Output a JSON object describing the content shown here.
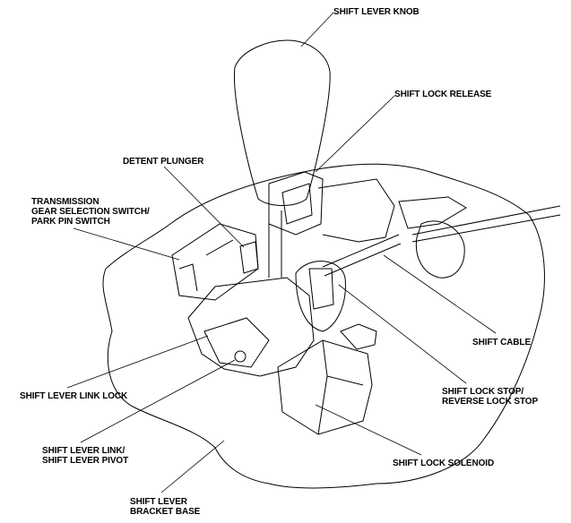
{
  "labels": {
    "shift_lever_knob": "SHIFT LEVER KNOB",
    "shift_lock_release": "SHIFT LOCK RELEASE",
    "detent_plunger": "DETENT PLUNGER",
    "transmission_line1": "TRANSMISSION",
    "transmission_line2": "GEAR SELECTION SWITCH/",
    "transmission_line3": "PARK PIN SWITCH",
    "shift_cable": "SHIFT CABLE",
    "shift_lever_link_lock": "SHIFT LEVER LINK LOCK",
    "shift_lock_stop_line1": "SHIFT LOCK STOP/",
    "shift_lock_stop_line2": "REVERSE LOCK STOP",
    "shift_lever_link_line1": "SHIFT LEVER LINK/",
    "shift_lever_link_line2": "SHIFT LEVER PIVOT",
    "shift_lock_solenoid": "SHIFT LOCK SOLENOID",
    "bracket_base_line1": "SHIFT LEVER",
    "bracket_base_line2": "BRACKET BASE"
  }
}
